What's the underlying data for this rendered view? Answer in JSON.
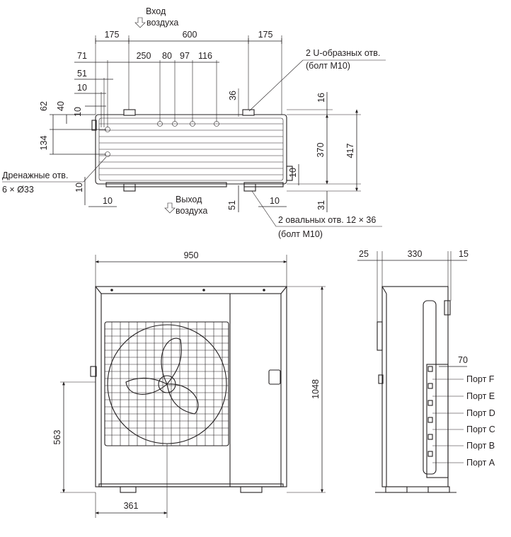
{
  "top_view": {
    "inlet_label_line1": "Вход",
    "inlet_label_line2": "воздуха",
    "outlet_label_line1": "Выход",
    "outlet_label_line2": "воздуха",
    "u_holes_line1": "2 U-образных отв.",
    "u_holes_line2": "(болт M10)",
    "oval_holes_line1": "2 овальных отв. 12 × 36",
    "oval_holes_line2": "(болт M10)",
    "drain_line1": "Дренажные отв.",
    "drain_line2": "6 × Ø33",
    "dims": {
      "d175a": "175",
      "d600": "600",
      "d175b": "175",
      "d71": "71",
      "d250": "250",
      "d80": "80",
      "d97": "97",
      "d116": "116",
      "d51a": "51",
      "d10a": "10",
      "d10b": "10",
      "d62": "62",
      "d40": "40",
      "d134": "134",
      "d36": "36",
      "d16": "16",
      "d370": "370",
      "d417": "417",
      "d10c": "10",
      "d10d": "10",
      "d51b": "51",
      "d10e": "10",
      "d10f": "10",
      "d31": "31"
    }
  },
  "front_view": {
    "dims": {
      "width": "950",
      "height": "1048",
      "d563": "563",
      "d361": "361"
    }
  },
  "side_view": {
    "dims": {
      "d25": "25",
      "d330": "330",
      "d15": "15",
      "d70": "70"
    },
    "ports": [
      "Порт F",
      "Порт E",
      "Порт D",
      "Порт C",
      "Порт B",
      "Порт A"
    ]
  }
}
